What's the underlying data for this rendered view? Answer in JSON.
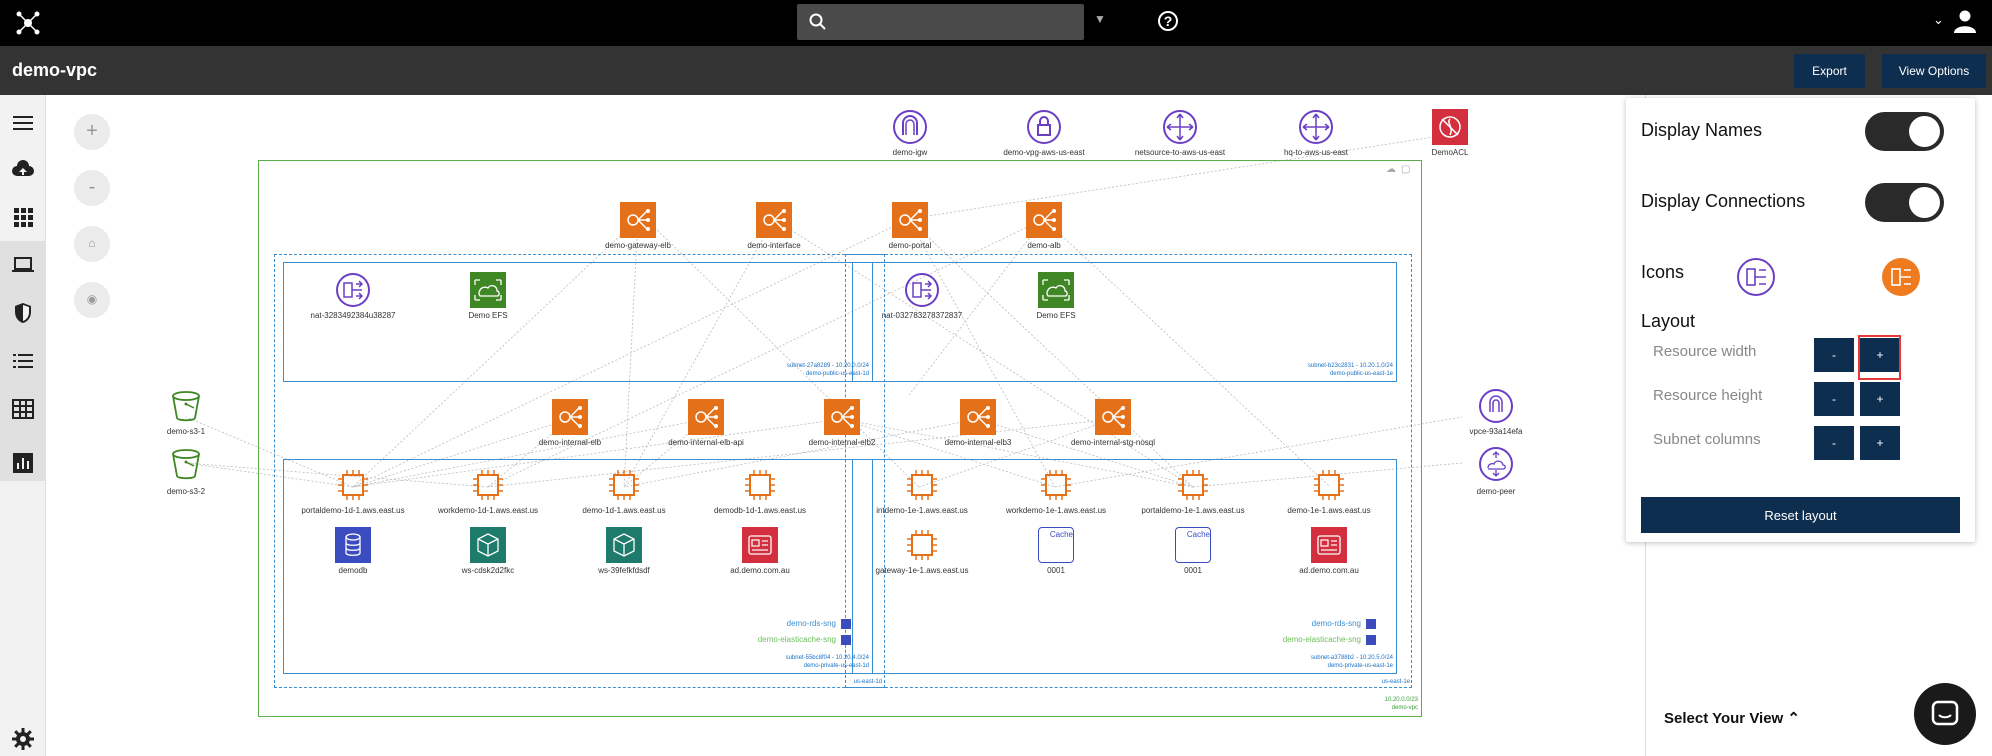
{
  "header": {
    "title": "demo-vpc",
    "export_label": "Export",
    "view_options_label": "View Options"
  },
  "icons": [
    "app-logo-icon",
    "search-icon",
    "chevron-down-icon",
    "help-icon",
    "user-icon",
    "menu-icon",
    "cloud-upload-icon",
    "apps-grid-icon",
    "laptop-icon",
    "shield-icon",
    "list-icon",
    "table-icon",
    "chart-icon",
    "gear-icon",
    "zoom-in-icon",
    "zoom-out-icon",
    "chat-icon"
  ],
  "zoom": {
    "in": "+",
    "out": "-"
  },
  "panel": {
    "display_names": "Display Names",
    "display_connections": "Display Connections",
    "icons": "Icons",
    "layout": "Layout",
    "rows": [
      {
        "label": "Resource width",
        "minus": "-",
        "plus": "+"
      },
      {
        "label": "Resource height",
        "minus": "-",
        "plus": "+"
      },
      {
        "label": "Subnet columns",
        "minus": "-",
        "plus": "+"
      }
    ],
    "reset": "Reset layout"
  },
  "select_view": "Select Your View",
  "top_resources": [
    "demo-igw",
    "demo-vpg-aws-us-east",
    "netsource-to-aws-us-east",
    "hq-to-aws-us-east",
    "DemoACL"
  ],
  "elbs_top": [
    "demo-gateway-elb",
    "demo-interface",
    "demo-portal",
    "demo-alb"
  ],
  "elbs_mid": [
    "demo-internal-elb",
    "demo-internal-elb-api",
    "demo-internal-elb2",
    "demo-internal-elb3",
    "demo-internal-stg-nosql"
  ],
  "left_buckets": [
    "demo-s3-1",
    "demo-s3-2"
  ],
  "right_items": [
    "vpce-93a14efa",
    "demo-peer"
  ],
  "pub1d": {
    "nat": "nat-3283492384u38287",
    "efs": "Demo EFS",
    "meta": "subnet-27a8289 - 10.20.0.0/24",
    "name": "demo-public-us-east-1d"
  },
  "pub1e": {
    "nat": "nat-032783278372837",
    "efs": "Demo EFS",
    "meta": "subnet-b23c2831 - 10.20.1.0/24",
    "name": "demo-public-us-east-1e"
  },
  "priv1d": {
    "row1": [
      "portaldemo-1d-1.aws.east.us",
      "workdemo-1d-1.aws.east.us",
      "demo-1d-1.aws.east.us",
      "demodb-1d-1.aws.east.us"
    ],
    "row2": [
      "demodb",
      "ws-cdsk2d2fkc",
      "ws-39fefkfdsdf",
      "ad.demo.com.au"
    ],
    "sg1": "demo-rds-sng",
    "sg2": "demo-elasticache-sng",
    "meta": "subnet-55bc8f04 - 10.20.4.0/24",
    "name": "demo-private-us-east-1d"
  },
  "priv1e": {
    "row1": [
      "intdemo-1e-1.aws.east.us",
      "workdemo-1e-1.aws.east.us",
      "portaldemo-1e-1.aws.east.us",
      "demo-1e-1.aws.east.us"
    ],
    "row2": [
      "gateway-1e-1.aws.east.us",
      "0001",
      "0001",
      "ad.demo.com.au"
    ],
    "cache": "Cache",
    "sg1": "demo-rds-sng",
    "sg2": "demo-elasticache-sng",
    "meta": "subnet-a3788b2 - 10.20.5.0/24",
    "name": "demo-private-us-east-1e"
  },
  "az1": "us-east-1d",
  "az2": "us-east-1e",
  "vpc": {
    "cidr": "10.20.0.0/23",
    "name": "demo-vpc"
  },
  "colors": {
    "orange": "#e4711a",
    "purple": "#6b3fc4",
    "green": "#3f8624",
    "teal": "#1e7a6a",
    "red": "#d32f3e",
    "navy": "#0e2e50",
    "blue": "#3b4cc0"
  }
}
